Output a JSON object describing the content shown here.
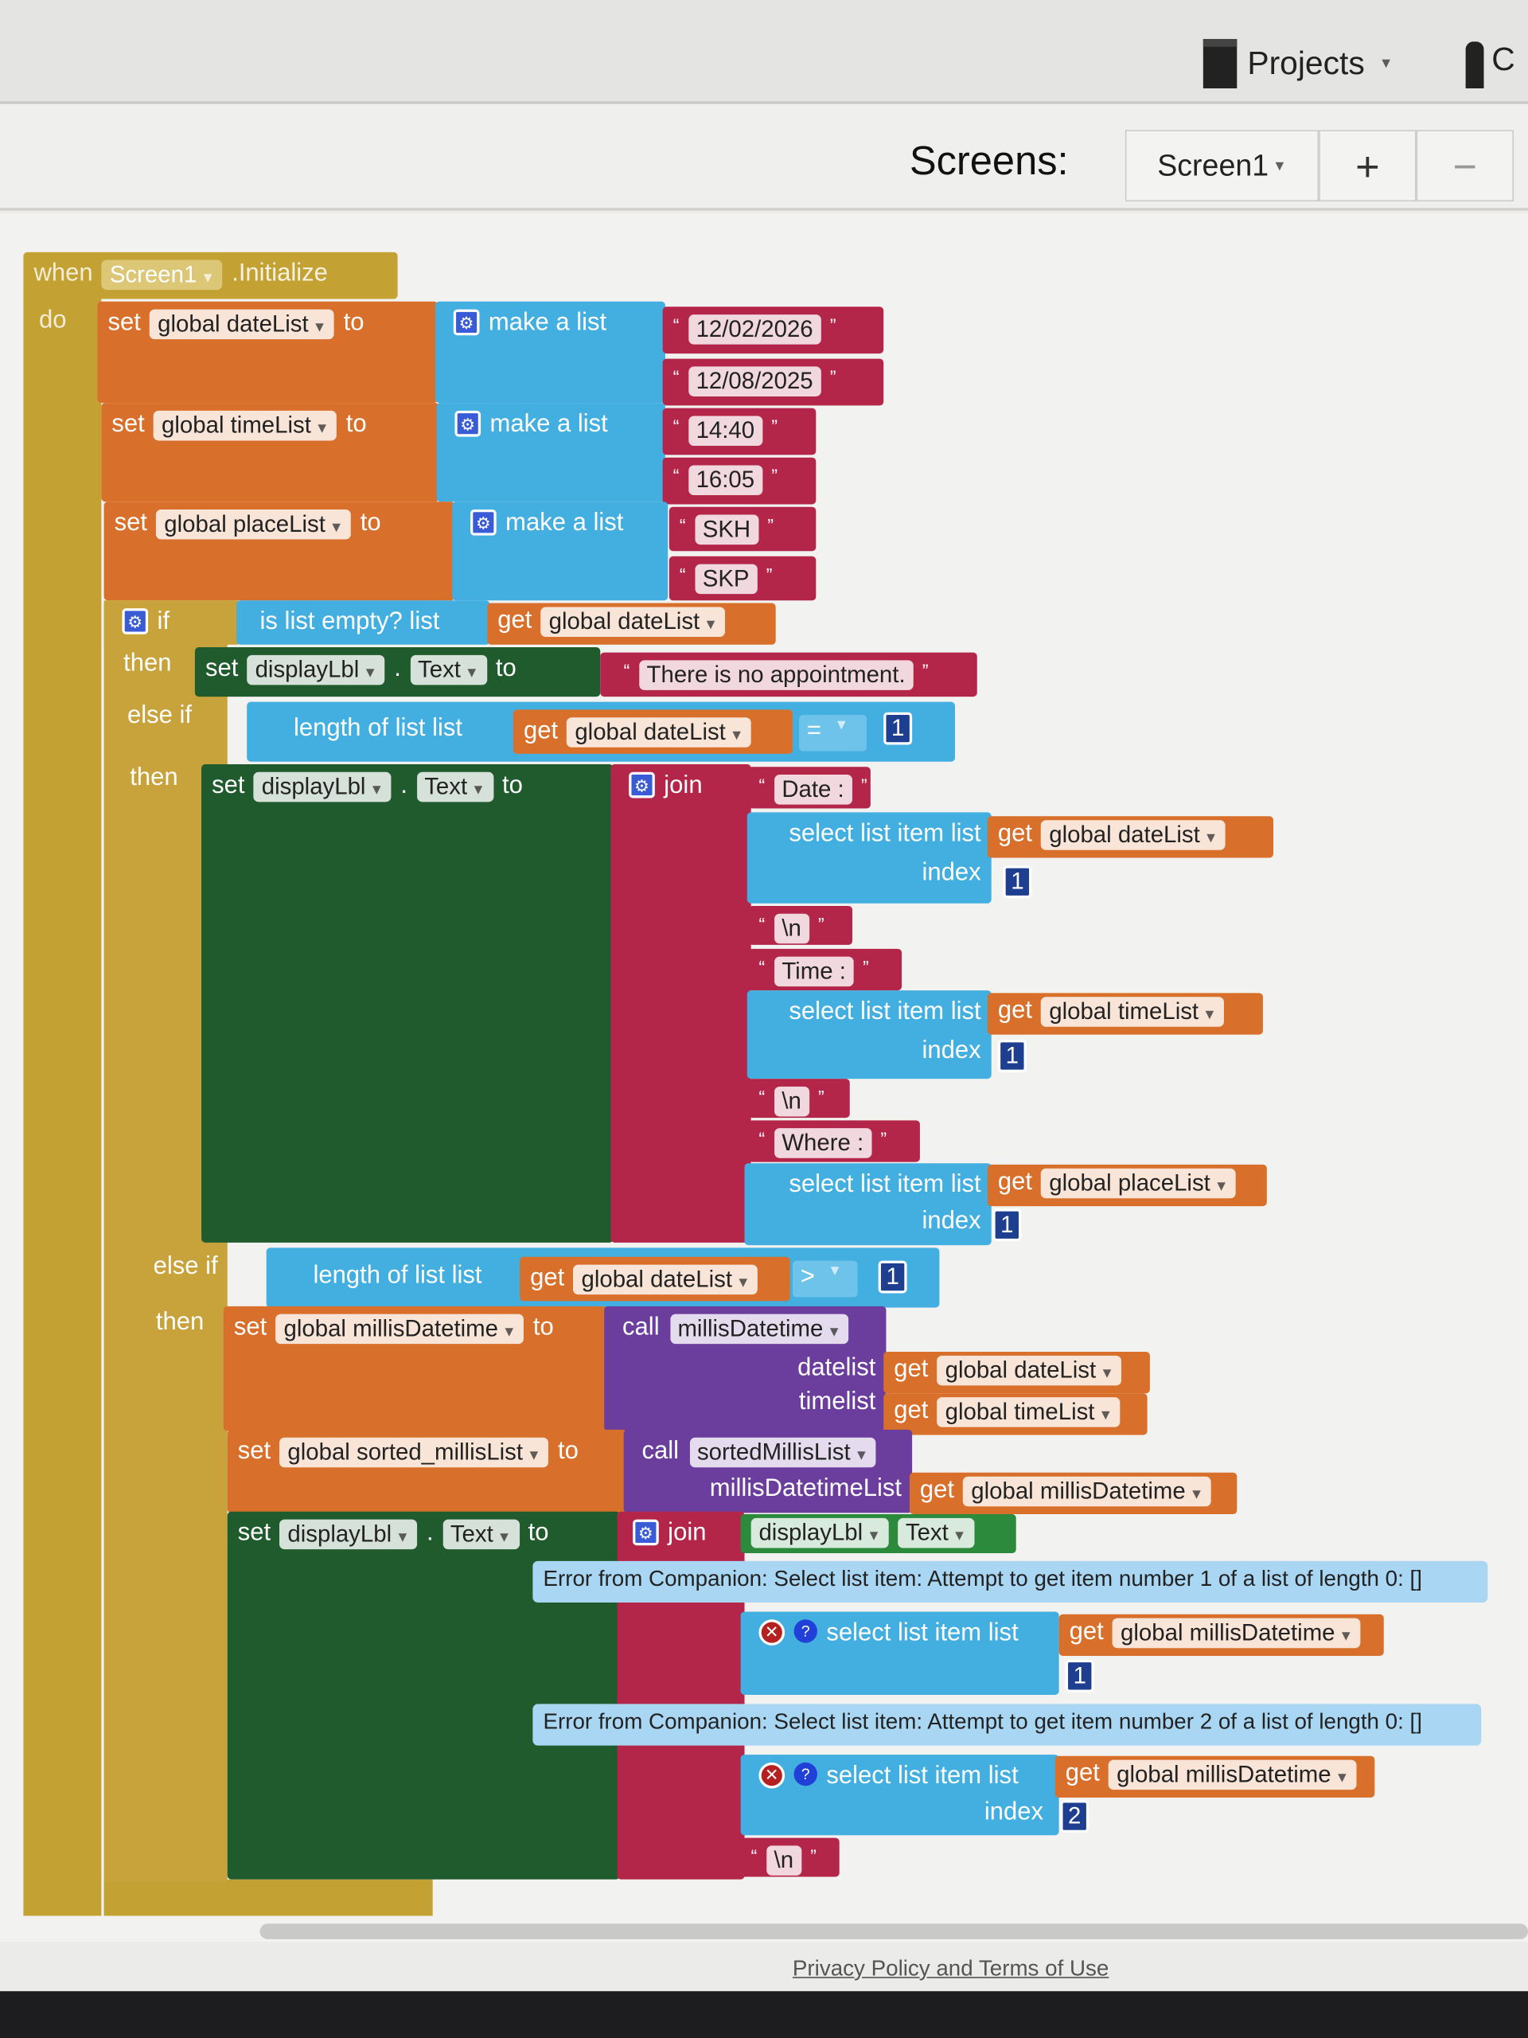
{
  "header": {
    "projects": "Projects",
    "connect_partial": "C",
    "screens_label": "Screens:",
    "screen_select": "Screen1",
    "add_screen": "+",
    "remove_screen": "−"
  },
  "kw": {
    "when": "when",
    "do": "do",
    "initialize": ".Initialize",
    "set": "set",
    "to": "to",
    "get": "get",
    "make_list": "make a list",
    "if": "if",
    "then": "then",
    "else_if": "else if",
    "is_empty": "is list empty?  list",
    "length": "length of list  list",
    "join": "join",
    "select": "select list item  list",
    "index": "index",
    "call": "call",
    "dot": ".",
    "text_prop": "Text",
    "display": "displayLbl",
    "datelist": "datelist",
    "timelist": "timelist",
    "mdl": "millisDatetimeList"
  },
  "vars": {
    "screen": "Screen1",
    "dateList": "global dateList",
    "timeList": "global timeList",
    "placeList": "global placeList",
    "millis": "global millisDatetime",
    "sorted": "global sorted_millisList",
    "proc1": "millisDatetime",
    "proc2": "sortedMillisList"
  },
  "strings": {
    "d1": "12/02/2026",
    "d2": "12/08/2025",
    "t1": "14:40",
    "t2": "16:05",
    "p1": "SKH",
    "p2": "SKP",
    "none": "There is no appointment.",
    "date": "Date :",
    "nl": "\\n",
    "time": "Time :",
    "where": "Where :"
  },
  "ops": {
    "eq": "=",
    "gt": ">"
  },
  "nums": {
    "one": "1",
    "two": "2"
  },
  "errors": [
    "Error from Companion: Select list item: Attempt to get item number 1 of a list of length 0: []",
    "Error from Companion: Select list item: Attempt to get item number 2 of a list of length 0: []"
  ],
  "footer": {
    "privacy": "Privacy Policy and Terms of Use"
  }
}
